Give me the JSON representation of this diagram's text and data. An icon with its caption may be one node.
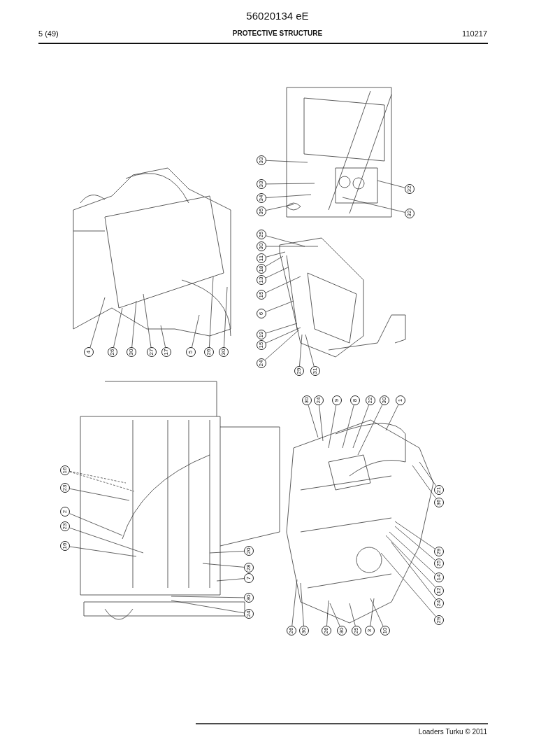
{
  "diagram": {
    "title": "56020134 eE",
    "nodes": [
      {
        "text": [
          "4"
        ]
      },
      {
        "text": [
          "26"
        ]
      },
      {
        "text": [
          "30"
        ]
      },
      {
        "text": [
          "27"
        ]
      },
      {
        "text": [
          "17"
        ]
      },
      {
        "text": [
          "5"
        ]
      },
      {
        "text": [
          "26"
        ]
      },
      {
        "text": [
          "30"
        ]
      },
      {
        "text": [
          "33"
        ]
      },
      {
        "text": [
          "33"
        ]
      },
      {
        "text": [
          "34"
        ]
      },
      {
        "text": [
          "35"
        ]
      },
      {
        "text": [
          "32"
        ]
      },
      {
        "text": [
          "32"
        ]
      },
      {
        "text": [
          "25"
        ]
      },
      {
        "text": [
          "30"
        ]
      },
      {
        "text": [
          "11"
        ]
      },
      {
        "text": [
          "18"
        ]
      },
      {
        "text": [
          "13"
        ]
      },
      {
        "text": [
          "15"
        ]
      },
      {
        "text": [
          "6"
        ]
      },
      {
        "text": [
          "19"
        ]
      },
      {
        "text": [
          "15"
        ]
      },
      {
        "text": [
          "24"
        ]
      },
      {
        "text": [
          "29"
        ]
      },
      {
        "text": [
          "31"
        ]
      },
      {
        "text": [
          "16"
        ]
      },
      {
        "text": [
          "23"
        ]
      },
      {
        "text": [
          "2"
        ]
      },
      {
        "text": [
          "23"
        ]
      },
      {
        "text": [
          "16"
        ]
      },
      {
        "text": [
          "20"
        ]
      },
      {
        "text": [
          "28"
        ]
      },
      {
        "text": [
          "7"
        ]
      },
      {
        "text": [
          "30"
        ]
      },
      {
        "text": [
          "24"
        ]
      },
      {
        "text": [
          "30"
        ]
      },
      {
        "text": [
          "24"
        ]
      },
      {
        "text": [
          "9"
        ]
      },
      {
        "text": [
          "8"
        ]
      },
      {
        "text": [
          "22"
        ]
      },
      {
        "text": [
          "30"
        ]
      },
      {
        "text": [
          "1"
        ]
      },
      {
        "text": [
          "21"
        ]
      },
      {
        "text": [
          "36"
        ]
      },
      {
        "text": [
          "29"
        ]
      },
      {
        "text": [
          "25"
        ]
      },
      {
        "text": [
          "14"
        ]
      },
      {
        "text": [
          "12"
        ]
      },
      {
        "text": [
          "24"
        ]
      },
      {
        "text": [
          "29"
        ]
      },
      {
        "text": [
          "26"
        ]
      },
      {
        "text": [
          "30"
        ]
      },
      {
        "text": [
          "26"
        ]
      },
      {
        "text": [
          "30"
        ]
      },
      {
        "text": [
          "25"
        ]
      },
      {
        "text": [
          "3"
        ]
      },
      {
        "text": [
          "10"
        ]
      }
    ],
    "edges": [
      {
        "from": 0,
        "to": null,
        "arrow": "none"
      },
      {
        "from": 1,
        "to": null,
        "arrow": "none"
      },
      {
        "from": 2,
        "to": null,
        "arrow": "none"
      },
      {
        "from": 3,
        "to": null,
        "arrow": "none"
      },
      {
        "from": 4,
        "to": null,
        "arrow": "none"
      },
      {
        "from": 5,
        "to": null,
        "arrow": "none"
      },
      {
        "from": 6,
        "to": null,
        "arrow": "none"
      },
      {
        "from": 7,
        "to": null,
        "arrow": "none"
      },
      {
        "from": 8,
        "to": null,
        "arrow": "none"
      },
      {
        "from": 9,
        "to": null,
        "arrow": "none"
      },
      {
        "from": 10,
        "to": null,
        "arrow": "none"
      },
      {
        "from": 11,
        "to": null,
        "arrow": "none"
      },
      {
        "from": 12,
        "to": null,
        "arrow": "none"
      },
      {
        "from": 13,
        "to": null,
        "arrow": "none"
      },
      {
        "from": 14,
        "to": null,
        "arrow": "none"
      },
      {
        "from": 15,
        "to": null,
        "arrow": "none"
      },
      {
        "from": 16,
        "to": null,
        "arrow": "none"
      },
      {
        "from": 17,
        "to": null,
        "arrow": "none"
      },
      {
        "from": 18,
        "to": null,
        "arrow": "none"
      },
      {
        "from": 19,
        "to": null,
        "arrow": "none"
      },
      {
        "from": 20,
        "to": null,
        "arrow": "none"
      },
      {
        "from": 21,
        "to": null,
        "arrow": "none"
      },
      {
        "from": 22,
        "to": null,
        "arrow": "none"
      },
      {
        "from": 23,
        "to": null,
        "arrow": "none"
      },
      {
        "from": 24,
        "to": null,
        "arrow": "none"
      },
      {
        "from": 25,
        "to": null,
        "arrow": "none"
      },
      {
        "from": 26,
        "to": null,
        "arrow": "none",
        "style": "dashed"
      },
      {
        "from": 26,
        "to": null,
        "arrow": "none",
        "style": "dashed"
      },
      {
        "from": 27,
        "to": null,
        "arrow": "none"
      },
      {
        "from": 28,
        "to": null,
        "arrow": "none"
      },
      {
        "from": 29,
        "to": null,
        "arrow": "none"
      },
      {
        "from": 30,
        "to": null,
        "arrow": "none"
      },
      {
        "from": 31,
        "to": null,
        "arrow": "none"
      },
      {
        "from": 32,
        "to": null,
        "arrow": "none"
      },
      {
        "from": 33,
        "to": null,
        "arrow": "none"
      },
      {
        "from": 34,
        "to": null,
        "arrow": "none"
      },
      {
        "from": 35,
        "to": null,
        "arrow": "none"
      },
      {
        "from": 36,
        "to": null,
        "arrow": "none"
      },
      {
        "from": 37,
        "to": null,
        "arrow": "none"
      },
      {
        "from": 38,
        "to": null,
        "arrow": "none"
      },
      {
        "from": 39,
        "to": null,
        "arrow": "none"
      },
      {
        "from": 40,
        "to": null,
        "arrow": "none"
      },
      {
        "from": 41,
        "to": null,
        "arrow": "none"
      },
      {
        "from": 42,
        "to": null,
        "arrow": "none"
      },
      {
        "from": 43,
        "to": null,
        "arrow": "none"
      },
      {
        "from": 44,
        "to": null,
        "arrow": "none"
      },
      {
        "from": 45,
        "to": null,
        "arrow": "none"
      },
      {
        "from": 46,
        "to": null,
        "arrow": "none"
      },
      {
        "from": 47,
        "to": null,
        "arrow": "none"
      },
      {
        "from": 48,
        "to": null,
        "arrow": "none"
      },
      {
        "from": 49,
        "to": null,
        "arrow": "none"
      },
      {
        "from": 50,
        "to": null,
        "arrow": "none"
      },
      {
        "from": 51,
        "to": null,
        "arrow": "none"
      },
      {
        "from": 52,
        "to": null,
        "arrow": "none"
      },
      {
        "from": 53,
        "to": null,
        "arrow": "none"
      },
      {
        "from": 54,
        "to": null,
        "arrow": "none"
      },
      {
        "from": 55,
        "to": null,
        "arrow": "none"
      },
      {
        "from": 56,
        "to": null,
        "arrow": "none"
      },
      {
        "from": 57,
        "to": null,
        "arrow": "none"
      }
    ],
    "labels": [
      "5 (49)",
      "PROTECTIVE STRUCTURE",
      "110217",
      "Loaders Turku © 2011"
    ]
  }
}
